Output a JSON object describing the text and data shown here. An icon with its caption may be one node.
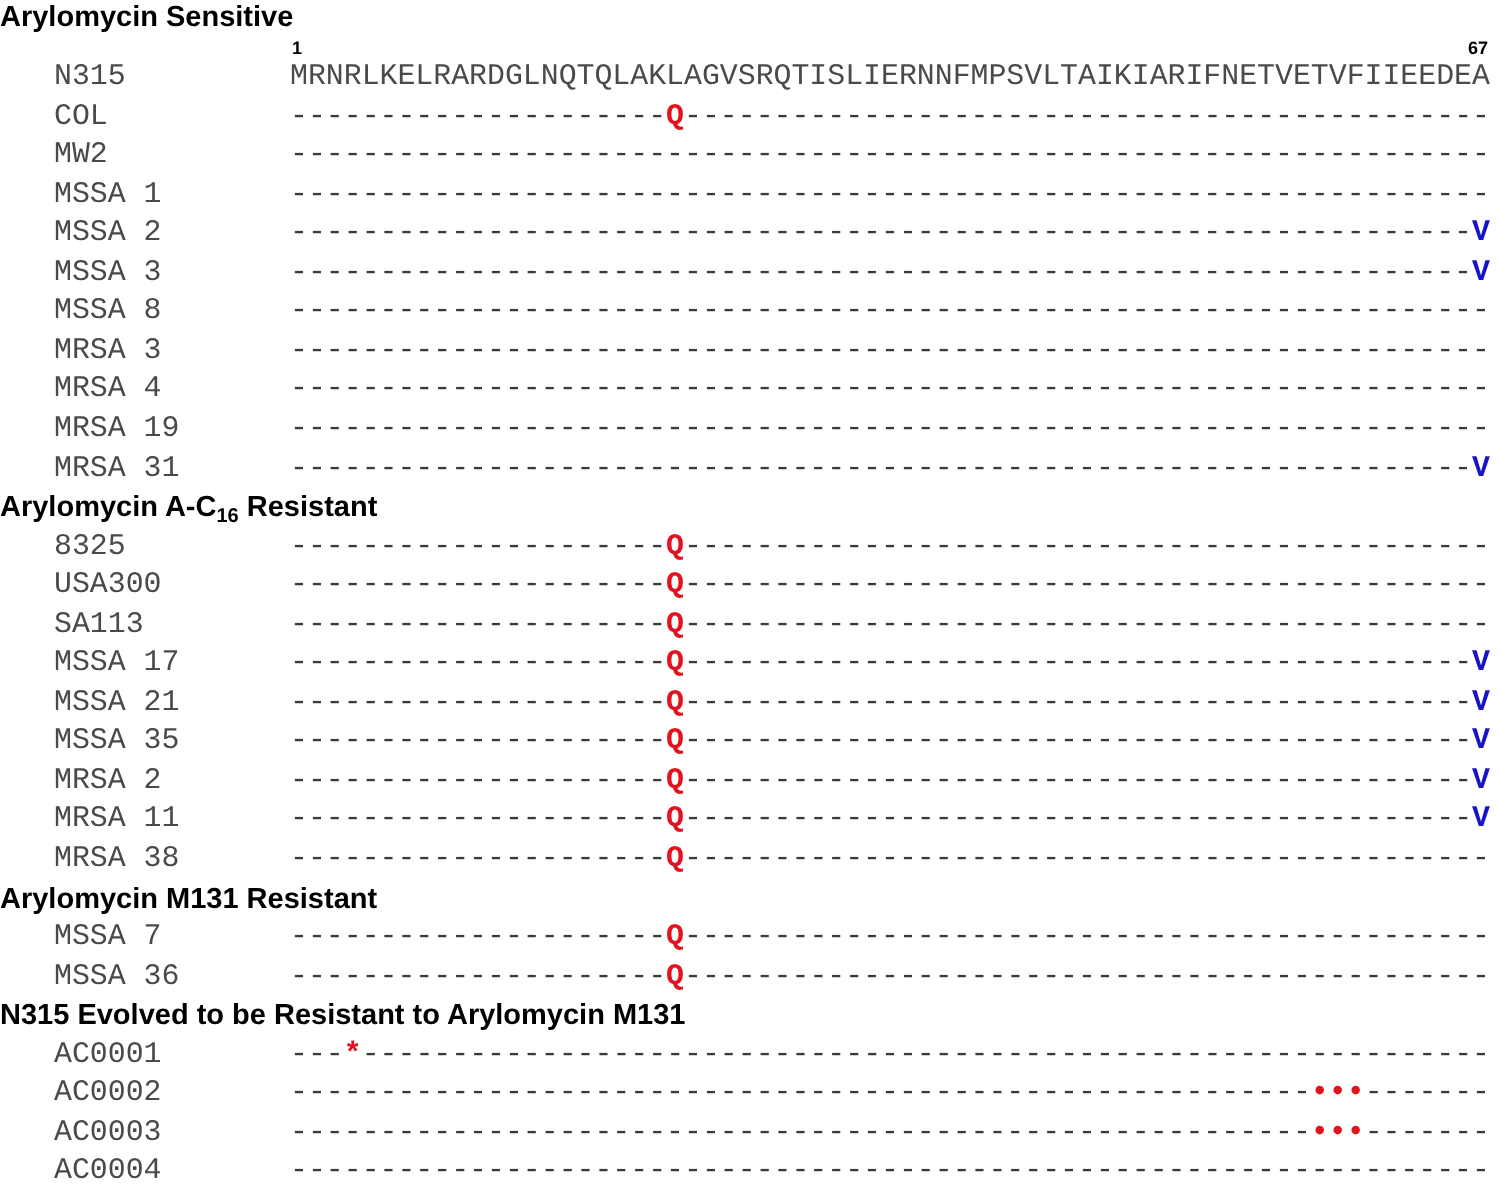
{
  "diagram": {
    "labels": [
      "Arylomycin Sensitive",
      "1",
      "67",
      "N315",
      "MRNRLKELRARDGLNQTQLAKLAGVSRQTISLIERNNFMPSVLTAIKIARIFNETVETVFIIEEDEA",
      "COL",
      "---------------------Q---------------------------------------------",
      "MW2",
      "-------------------------------------------------------------------",
      "MSSA 1",
      "-------------------------------------------------------------------",
      "MSSA 2",
      "------------------------------------------------------------------V",
      "MSSA 3",
      "------------------------------------------------------------------V",
      "MSSA 8",
      "-------------------------------------------------------------------",
      "MRSA 3",
      "-------------------------------------------------------------------",
      "MRSA 4",
      "-------------------------------------------------------------------",
      "MRSA 19",
      "-------------------------------------------------------------------",
      "MRSA 31",
      "------------------------------------------------------------------V",
      "Arylomycin A-C$_{16}$ Resistant",
      "8325",
      "---------------------Q---------------------------------------------",
      "USA300",
      "---------------------Q---------------------------------------------",
      "SA113",
      "---------------------Q---------------------------------------------",
      "MSSA 17",
      "---------------------Q--------------------------------------------V",
      "MSSA 21",
      "---------------------Q--------------------------------------------V",
      "MSSA 35",
      "---------------------Q--------------------------------------------V",
      "MRSA 2",
      "---------------------Q--------------------------------------------V",
      "MRSA 11",
      "---------------------Q--------------------------------------------V",
      "MRSA 38",
      "---------------------Q---------------------------------------------",
      "Arylomycin M131 Resistant",
      "MSSA 7",
      "---------------------Q---------------------------------------------",
      "MSSA 36",
      "---------------------Q---------------------------------------------",
      "N315 Evolved to be Resistant to Arylomycin M131",
      "AC0001",
      "---*---------------------------------------------------------------",
      "AC0002",
      "---------------------------------------------------------•••-------",
      "AC0003",
      "---------------------------------------------------------•••-------",
      "AC0004",
      "-------------------------------------------------------------------"
    ]
  }
}
